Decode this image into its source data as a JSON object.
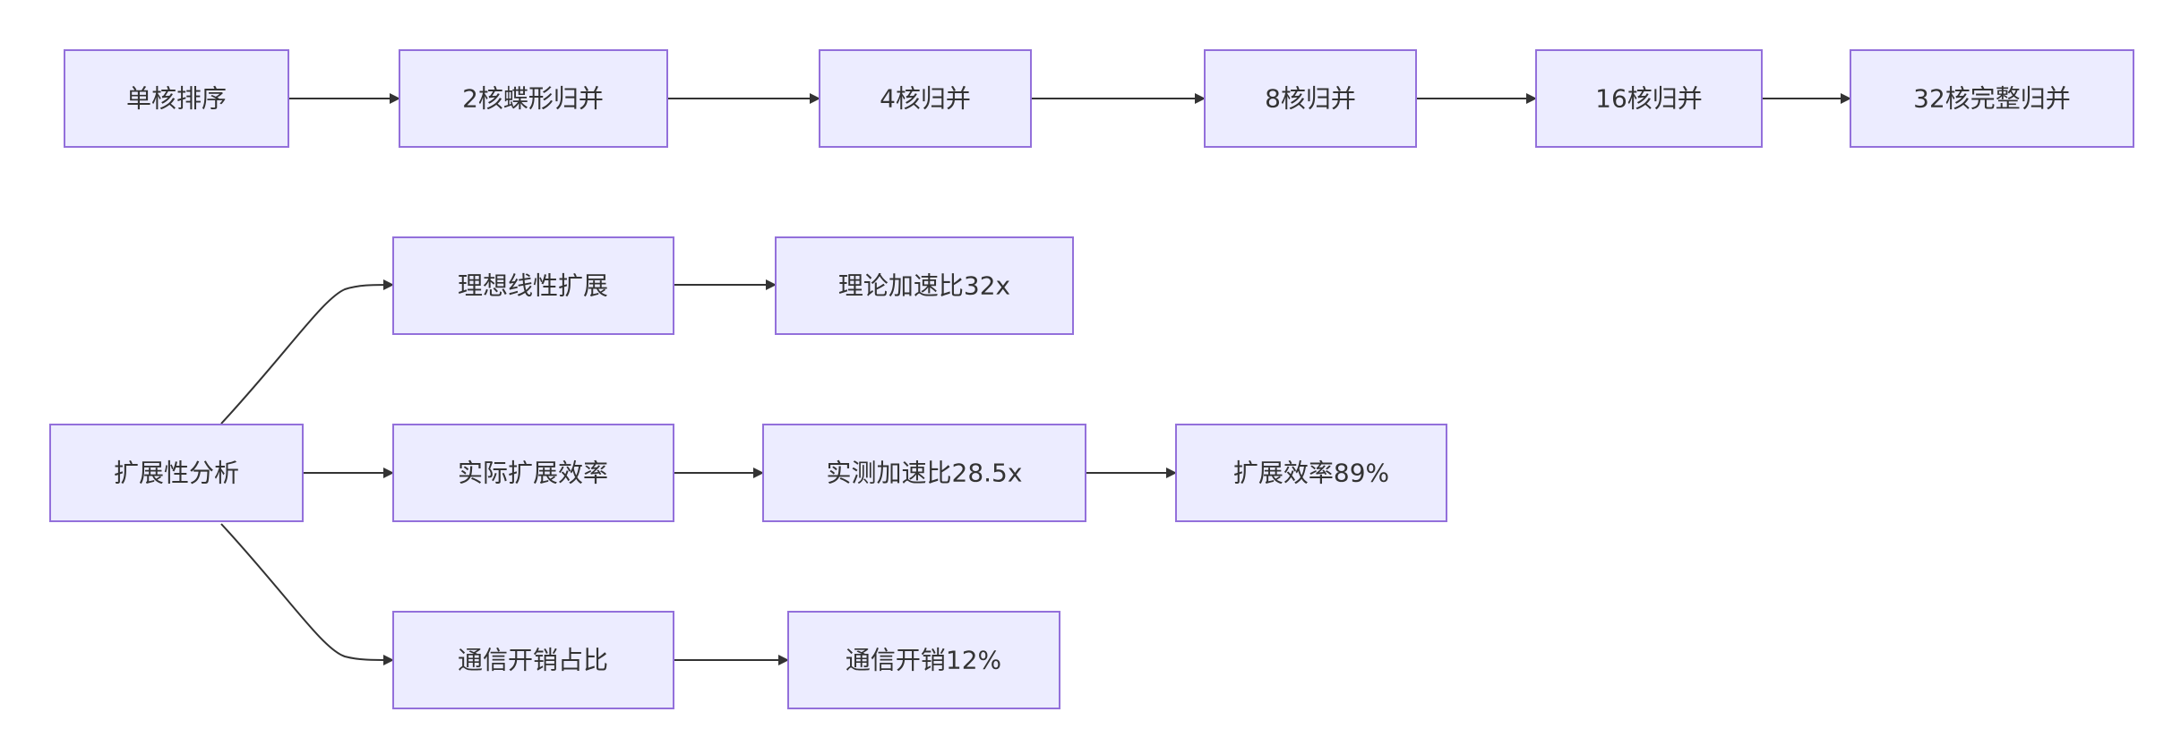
{
  "diagram": {
    "nodes": {
      "single_core_sort": "单核排序",
      "two_core_butterfly": "2核蝶形归并",
      "four_core_merge": "4核归并",
      "eight_core_merge": "8核归并",
      "sixteen_core_merge": "16核归并",
      "thirtytwo_core_full_merge": "32核完整归并",
      "scalability_analysis": "扩展性分析",
      "ideal_linear_scaling": "理想线性扩展",
      "theoretical_speedup": "理论加速比32x",
      "actual_scaling_efficiency": "实际扩展效率",
      "measured_speedup": "实测加速比28.5x",
      "scaling_efficiency_value": "扩展效率89%",
      "communication_overhead_ratio": "通信开销占比",
      "communication_overhead_value": "通信开销12%"
    },
    "colors": {
      "node_fill": "#ececff",
      "node_border": "#9370db",
      "edge": "#333333",
      "text": "#333333"
    }
  }
}
